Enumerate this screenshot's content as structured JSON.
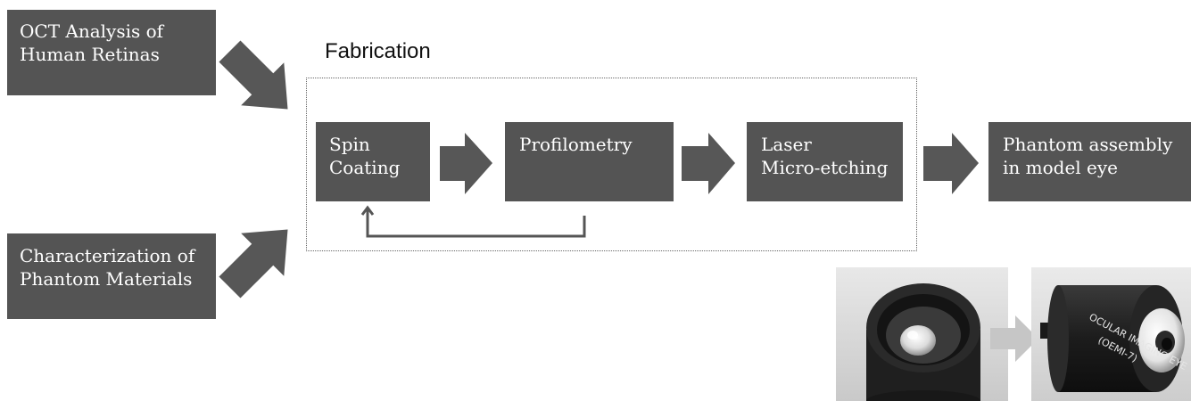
{
  "diagram": {
    "fabrication_label": "Fabrication",
    "inputs": [
      {
        "lines": [
          "OCT Analysis of",
          "Human Retinas"
        ]
      },
      {
        "lines": [
          "Characterization of",
          "Phantom Materials"
        ]
      }
    ],
    "steps": [
      {
        "lines": [
          "Spin",
          "Coating"
        ]
      },
      {
        "lines": [
          "Profilometry"
        ]
      },
      {
        "lines": [
          "Laser",
          "Micro-etching"
        ]
      }
    ],
    "output": {
      "lines": [
        "Phantom assembly",
        "in model eye"
      ]
    },
    "photo_right_lines": [
      "OCULAR IMAGING EYE",
      "(OEMI-7)"
    ]
  },
  "colors": {
    "box_fill": "#545454",
    "arrow_fill": "#575757",
    "text_on_box": "#ffffff"
  }
}
